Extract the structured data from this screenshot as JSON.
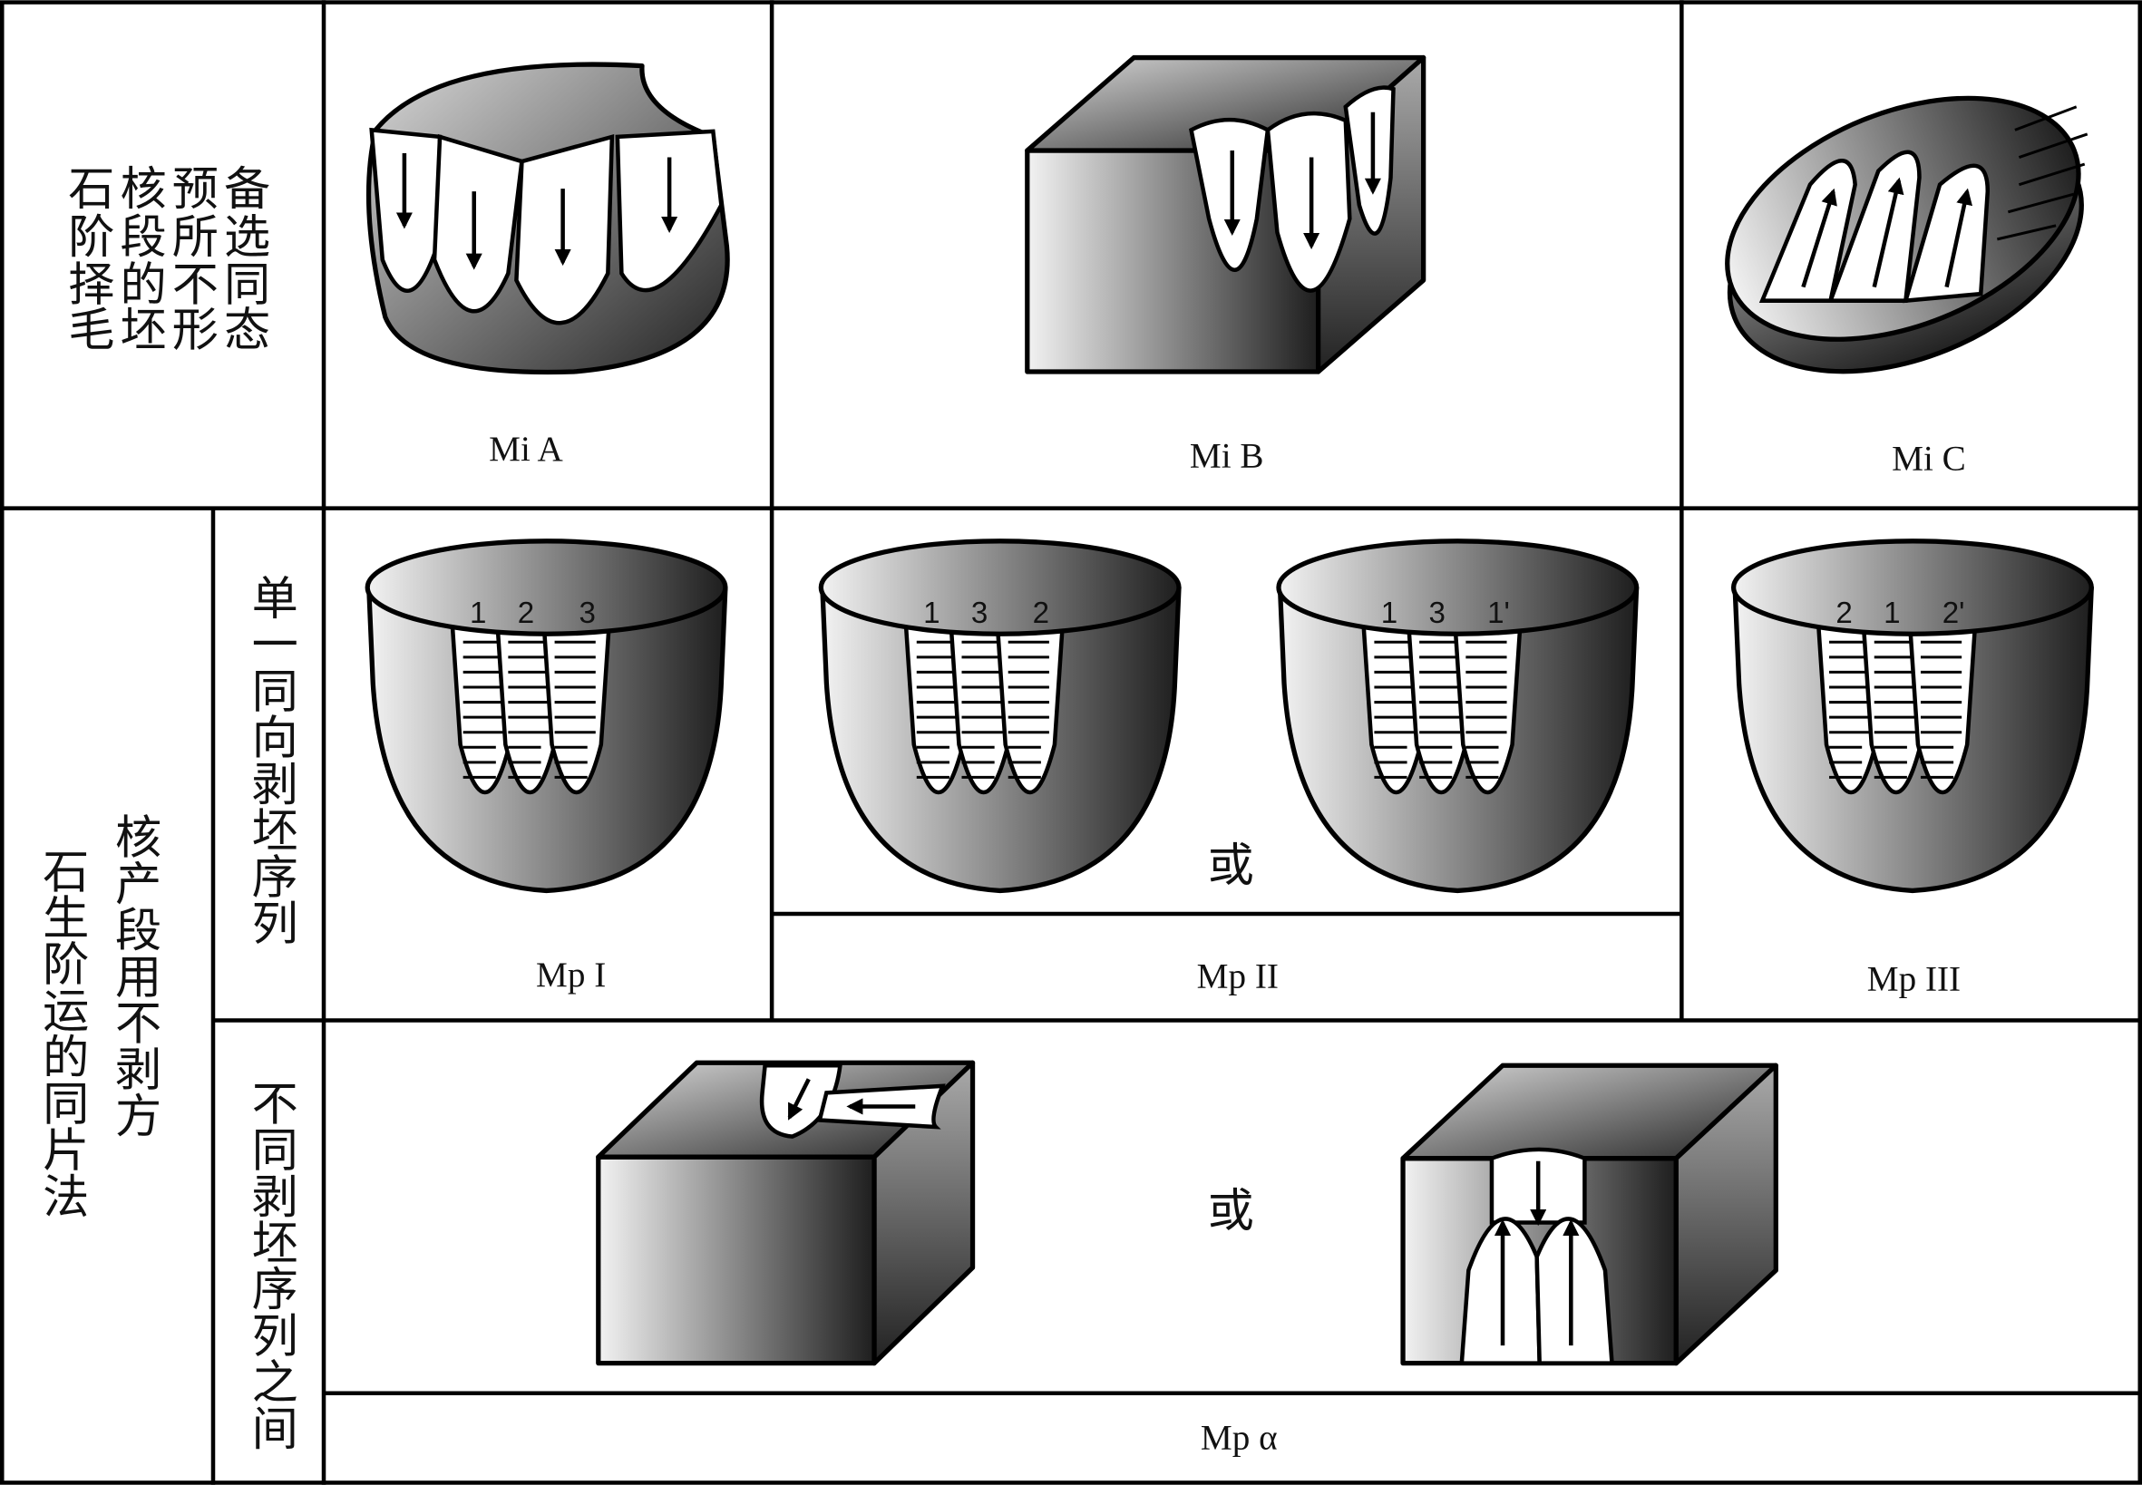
{
  "row_headers": {
    "preparation_stage": [
      "石核预备",
      "阶段所选",
      "择的不同",
      "毛坯形态"
    ],
    "production_stage": {
      "column_right": "核产段用不剥方",
      "column_left": "石生阶运的同片法"
    },
    "single_sequence": "单一同向剥坯序列",
    "between_sequences": "不同剥坯序列之间"
  },
  "labels": {
    "mi_a": "Mi A",
    "mi_b": "Mi B",
    "mi_c": "Mi C",
    "mp_i": "Mp I",
    "mp_ii": "Mp II",
    "mp_iii": "Mp III",
    "mp_alpha": "Mp α"
  },
  "or_text": "或",
  "scar_numbers": {
    "mp_i": [
      "1",
      "2",
      "3"
    ],
    "mp_ii_a": [
      "1",
      "3",
      "2"
    ],
    "mp_ii_b": [
      "1",
      "3",
      "1'"
    ],
    "mp_iii": [
      "2",
      "1",
      "2'"
    ]
  },
  "colors": {
    "line": "#000000",
    "light": "#f2f2f2",
    "dark": "#1e1e1e"
  }
}
